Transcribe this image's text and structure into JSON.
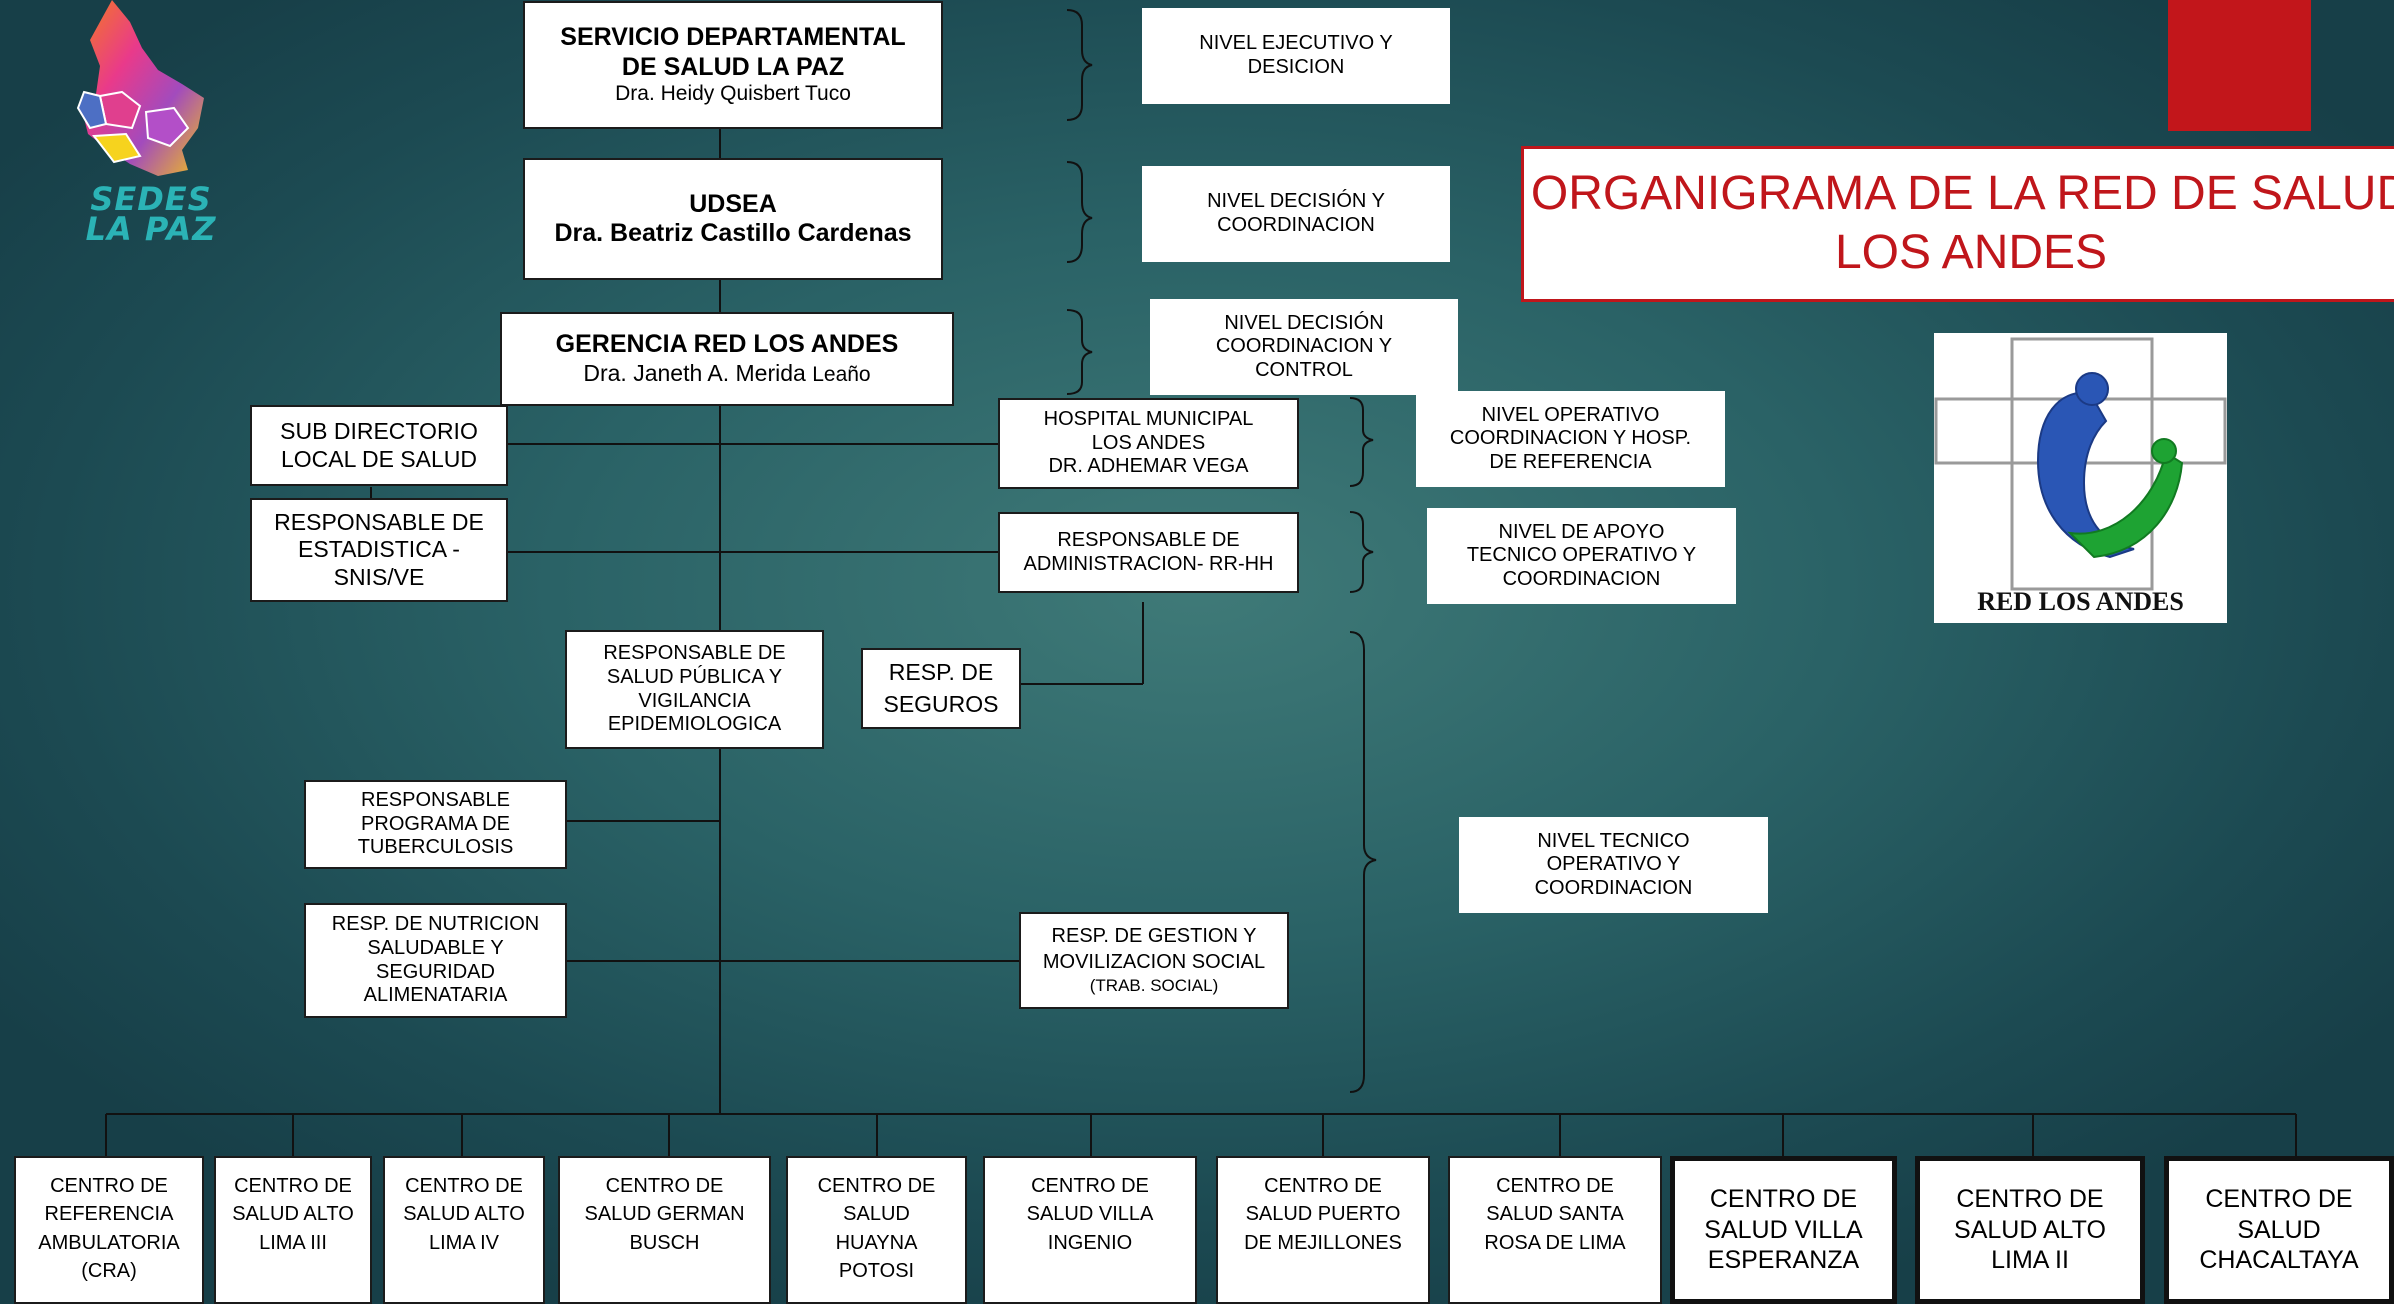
{
  "title": {
    "line1": "ORGANIGRAMA DE LA RED DE SALUD",
    "line2": "LOS ANDES"
  },
  "sedes_logo": {
    "line1": "SEDES",
    "line2": "LA PAZ"
  },
  "red_logo": {
    "caption": "RED LOS ANDES"
  },
  "hierarchy": {
    "servicio": {
      "line1": "SERVICIO DEPARTAMENTAL",
      "line2": "DE SALUD LA PAZ",
      "line3": "Dra. Heidy Quisbert Tuco"
    },
    "udsea": {
      "line1": "UDSEA",
      "line2": "Dra. Beatriz Castillo Cardenas"
    },
    "gerencia": {
      "line1": "GERENCIA RED LOS ANDES",
      "line2a": "Dra. Janeth A. Merida ",
      "line2b": "Leaño"
    }
  },
  "units": {
    "sub_directorio": {
      "line1": "SUB DIRECTORIO",
      "line2": "LOCAL DE SALUD"
    },
    "estadistica": {
      "line1": "RESPONSABLE DE",
      "line2": "ESTADISTICA -",
      "line3": "SNIS/VE"
    },
    "hospital": {
      "line1": "HOSPITAL MUNICIPAL",
      "line2": "LOS ANDES",
      "line3": "DR. ADHEMAR VEGA"
    },
    "administracion": {
      "line1": "RESPONSABLE DE",
      "line2": "ADMINISTRACION- RR-HH"
    },
    "salud_publica": {
      "line1": "RESPONSABLE DE",
      "line2": "SALUD  PÚBLICA Y",
      "line3": "VIGILANCIA",
      "line4": "EPIDEMIOLOGICA"
    },
    "seguros": {
      "line1": "RESP. DE",
      "line2": "SEGUROS"
    },
    "tuberculosis": {
      "line1": "RESPONSABLE",
      "line2": "PROGRAMA DE",
      "line3": "TUBERCULOSIS"
    },
    "nutricion": {
      "line1": "RESP. DE NUTRICION",
      "line2": "SALUDABLE  Y",
      "line3": "SEGURIDAD",
      "line4": "ALIMENATARIA"
    },
    "gestion": {
      "line1": "RESP. DE GESTION Y",
      "line2": "MOVILIZACION SOCIAL",
      "line3": "(TRAB. SOCIAL)"
    }
  },
  "levels": {
    "ejecutivo": {
      "line1": "NIVEL EJECUTIVO Y",
      "line2": "DESICION"
    },
    "decision": {
      "line1": "NIVEL DECISIÓN Y",
      "line2": "COORDINACION"
    },
    "decision_control": {
      "line1": "NIVEL DECISIÓN",
      "line2": "COORDINACION Y",
      "line3": "CONTROL"
    },
    "operativo": {
      "line1": "NIVEL OPERATIVO",
      "line2": "COORDINACION Y HOSP.",
      "line3": "DE REFERENCIA"
    },
    "apoyo": {
      "line1": "NIVEL  DE APOYO",
      "line2": "TECNICO OPERATIVO Y",
      "line3": "COORDINACION"
    },
    "tecnico": {
      "line1": "NIVEL TECNICO",
      "line2": "OPERATIVO Y",
      "line3": "COORDINACION"
    }
  },
  "centros": [
    {
      "l1": "CENTRO DE",
      "l2": "REFERENCIA",
      "l3": "AMBULATORIA",
      "l4": "(CRA)"
    },
    {
      "l1": "CENTRO DE",
      "l2": "SALUD ALTO",
      "l3": "LIMA III",
      "l4": ""
    },
    {
      "l1": "CENTRO DE",
      "l2": "SALUD ALTO",
      "l3": "LIMA IV",
      "l4": ""
    },
    {
      "l1": "CENTRO DE",
      "l2": "SALUD GERMAN",
      "l3": "BUSCH",
      "l4": ""
    },
    {
      "l1": "CENTRO DE",
      "l2": "SALUD",
      "l3": "HUAYNA",
      "l4": "POTOSI"
    },
    {
      "l1": "CENTRO DE",
      "l2": "SALUD VILLA",
      "l3": "INGENIO",
      "l4": ""
    },
    {
      "l1": "CENTRO DE",
      "l2": "SALUD PUERTO",
      "l3": "DE MEJILLONES",
      "l4": ""
    },
    {
      "l1": "CENTRO DE",
      "l2": "SALUD SANTA",
      "l3": "ROSA DE LIMA",
      "l4": ""
    },
    {
      "l1": "CENTRO DE",
      "l2": "SALUD VILLA",
      "l3": "ESPERANZA",
      "l4": ""
    },
    {
      "l1": "CENTRO DE",
      "l2": "SALUD ALTO",
      "l3": "LIMA II",
      "l4": ""
    },
    {
      "l1": "CENTRO DE",
      "l2": "SALUD",
      "l3": "CHACALTAYA",
      "l4": ""
    }
  ],
  "colors": {
    "background": "#2a6266",
    "title_red": "#c0161b",
    "box_border": "#1b1b1b"
  }
}
